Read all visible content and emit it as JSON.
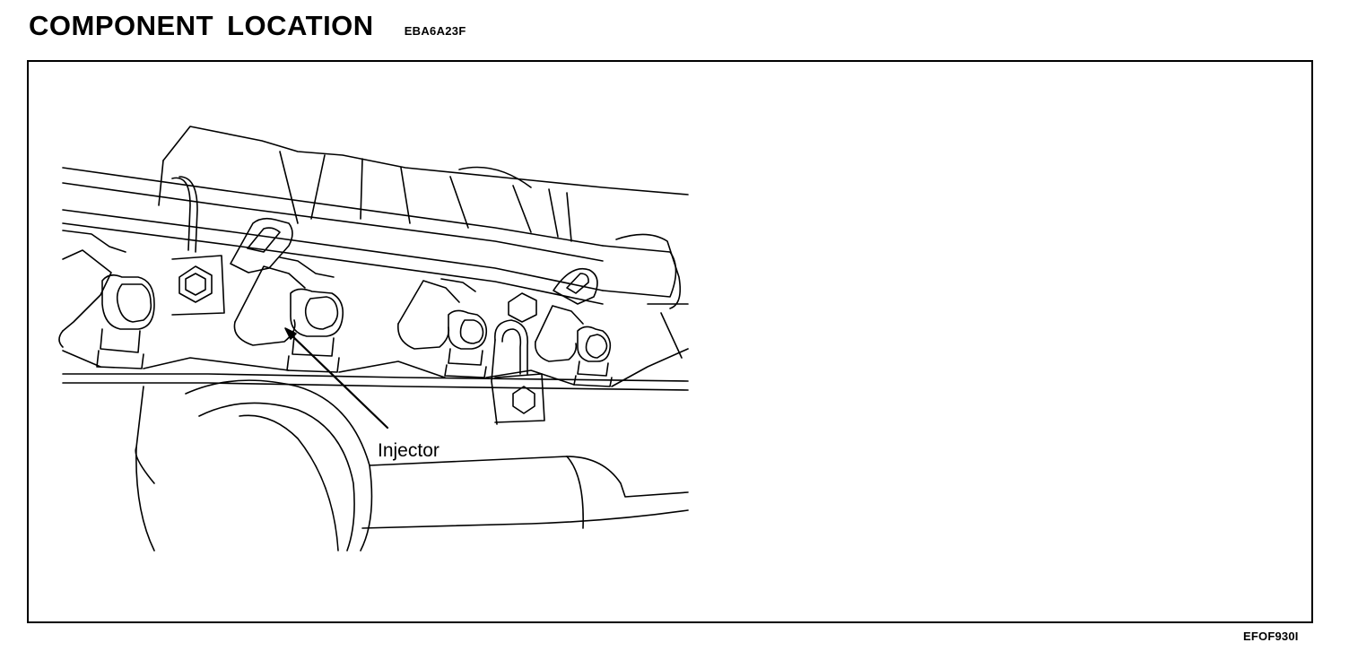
{
  "header": {
    "title": "COMPONENT LOCATION",
    "section_code": "EBA6A23F"
  },
  "figure": {
    "callout": "Injector",
    "figure_code": "EFOF930I"
  },
  "colors": {
    "ink": "#000000",
    "paper": "#ffffff"
  }
}
